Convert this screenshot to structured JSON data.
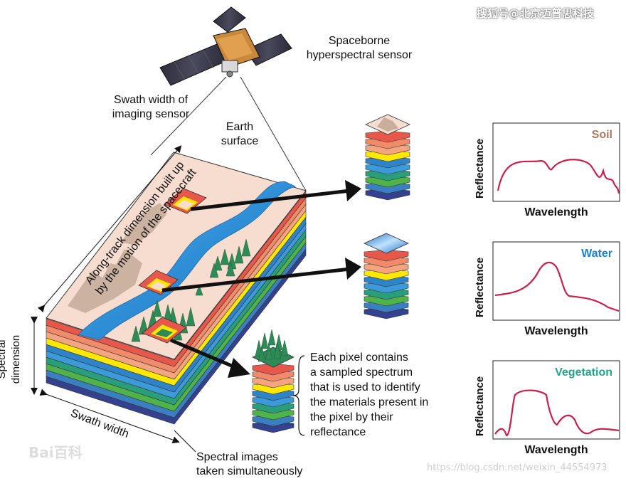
{
  "watermark_top": "搜狐号@北京迈普思科技",
  "watermark_bottom": "https://blog.csdn.net/weixin_44554973",
  "watermark_logo": "Bai百科",
  "labels": {
    "sensor": "Spaceborne\nhyperspectral sensor",
    "swath_sensor": "Swath width of\nimaging sensor",
    "earth": "Earth\nsurface",
    "along_track": "Along-track dimension built up\nby the motion of the spacecraft",
    "spectral_dim": "Spectral\ndimension",
    "swath_width": "Swath width",
    "pixel_desc": "Each pixel contains\na sampled spectrum\nthat is used to identify\nthe materials present in\nthe pixel by their\nreflectance",
    "spectral_images": "Spectral  images\ntaken simultaneously"
  },
  "graphs": [
    {
      "title": "Soil",
      "title_color": "#b07a5a",
      "xlabel": "Wavelength",
      "ylabel": "Reflectance",
      "curve_color": "#cc1f4a"
    },
    {
      "title": "Water",
      "title_color": "#1e7fd0",
      "xlabel": "Wavelength",
      "ylabel": "Reflectance",
      "curve_color": "#cc1f4a"
    },
    {
      "title": "Vegetation",
      "title_color": "#22a58a",
      "xlabel": "Wavelength",
      "ylabel": "Reflectance",
      "curve_color": "#cc1f4a"
    }
  ],
  "layer_colors": [
    "#e8584a",
    "#f08a68",
    "#f4a580",
    "#ffe800",
    "#2e83c9",
    "#3c9ad8",
    "#2a9d7a",
    "#4fb34a",
    "#3a7fc0",
    "#34418f"
  ]
}
